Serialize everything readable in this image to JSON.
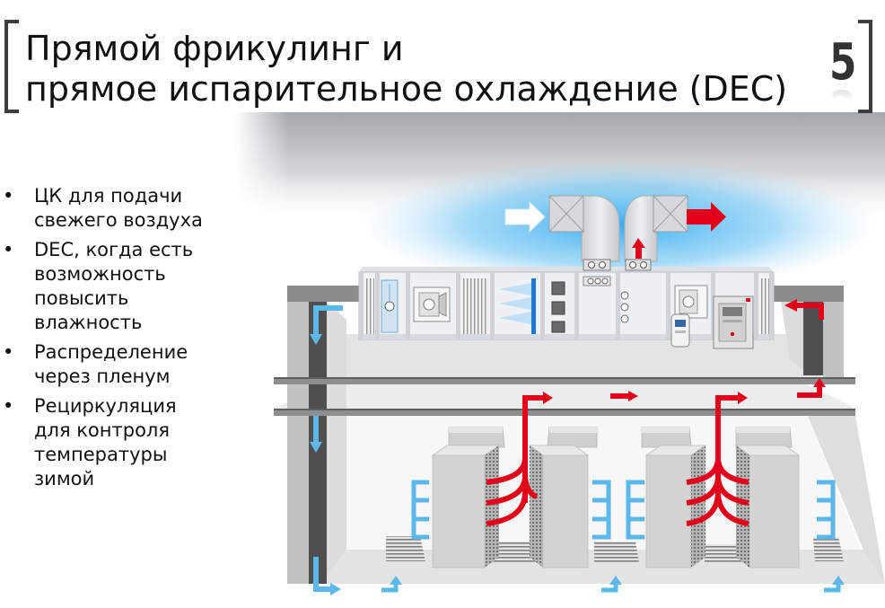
{
  "slide": {
    "title": [
      "Прямой фрикулинг и",
      "прямое испарительное охлаждение (DEC)"
    ],
    "number": "5",
    "bullet_glyph": "•",
    "bullets": [
      [
        "ЦК для подачи",
        "свежего воздуха"
      ],
      [
        "DEC, когда есть",
        "возможность",
        "повысить",
        "влажность"
      ],
      [
        "Распределение",
        "через пленум"
      ],
      [
        "Рециркуляция",
        "для контроля",
        "температуры",
        "зимой"
      ]
    ]
  },
  "colors": {
    "supply_air": "#e2001a",
    "return_air": "#5bb8e8",
    "fresh_air": "#ffffff",
    "dec_spray": "#1f77d4",
    "cold_glow": "#2ea8ef"
  }
}
